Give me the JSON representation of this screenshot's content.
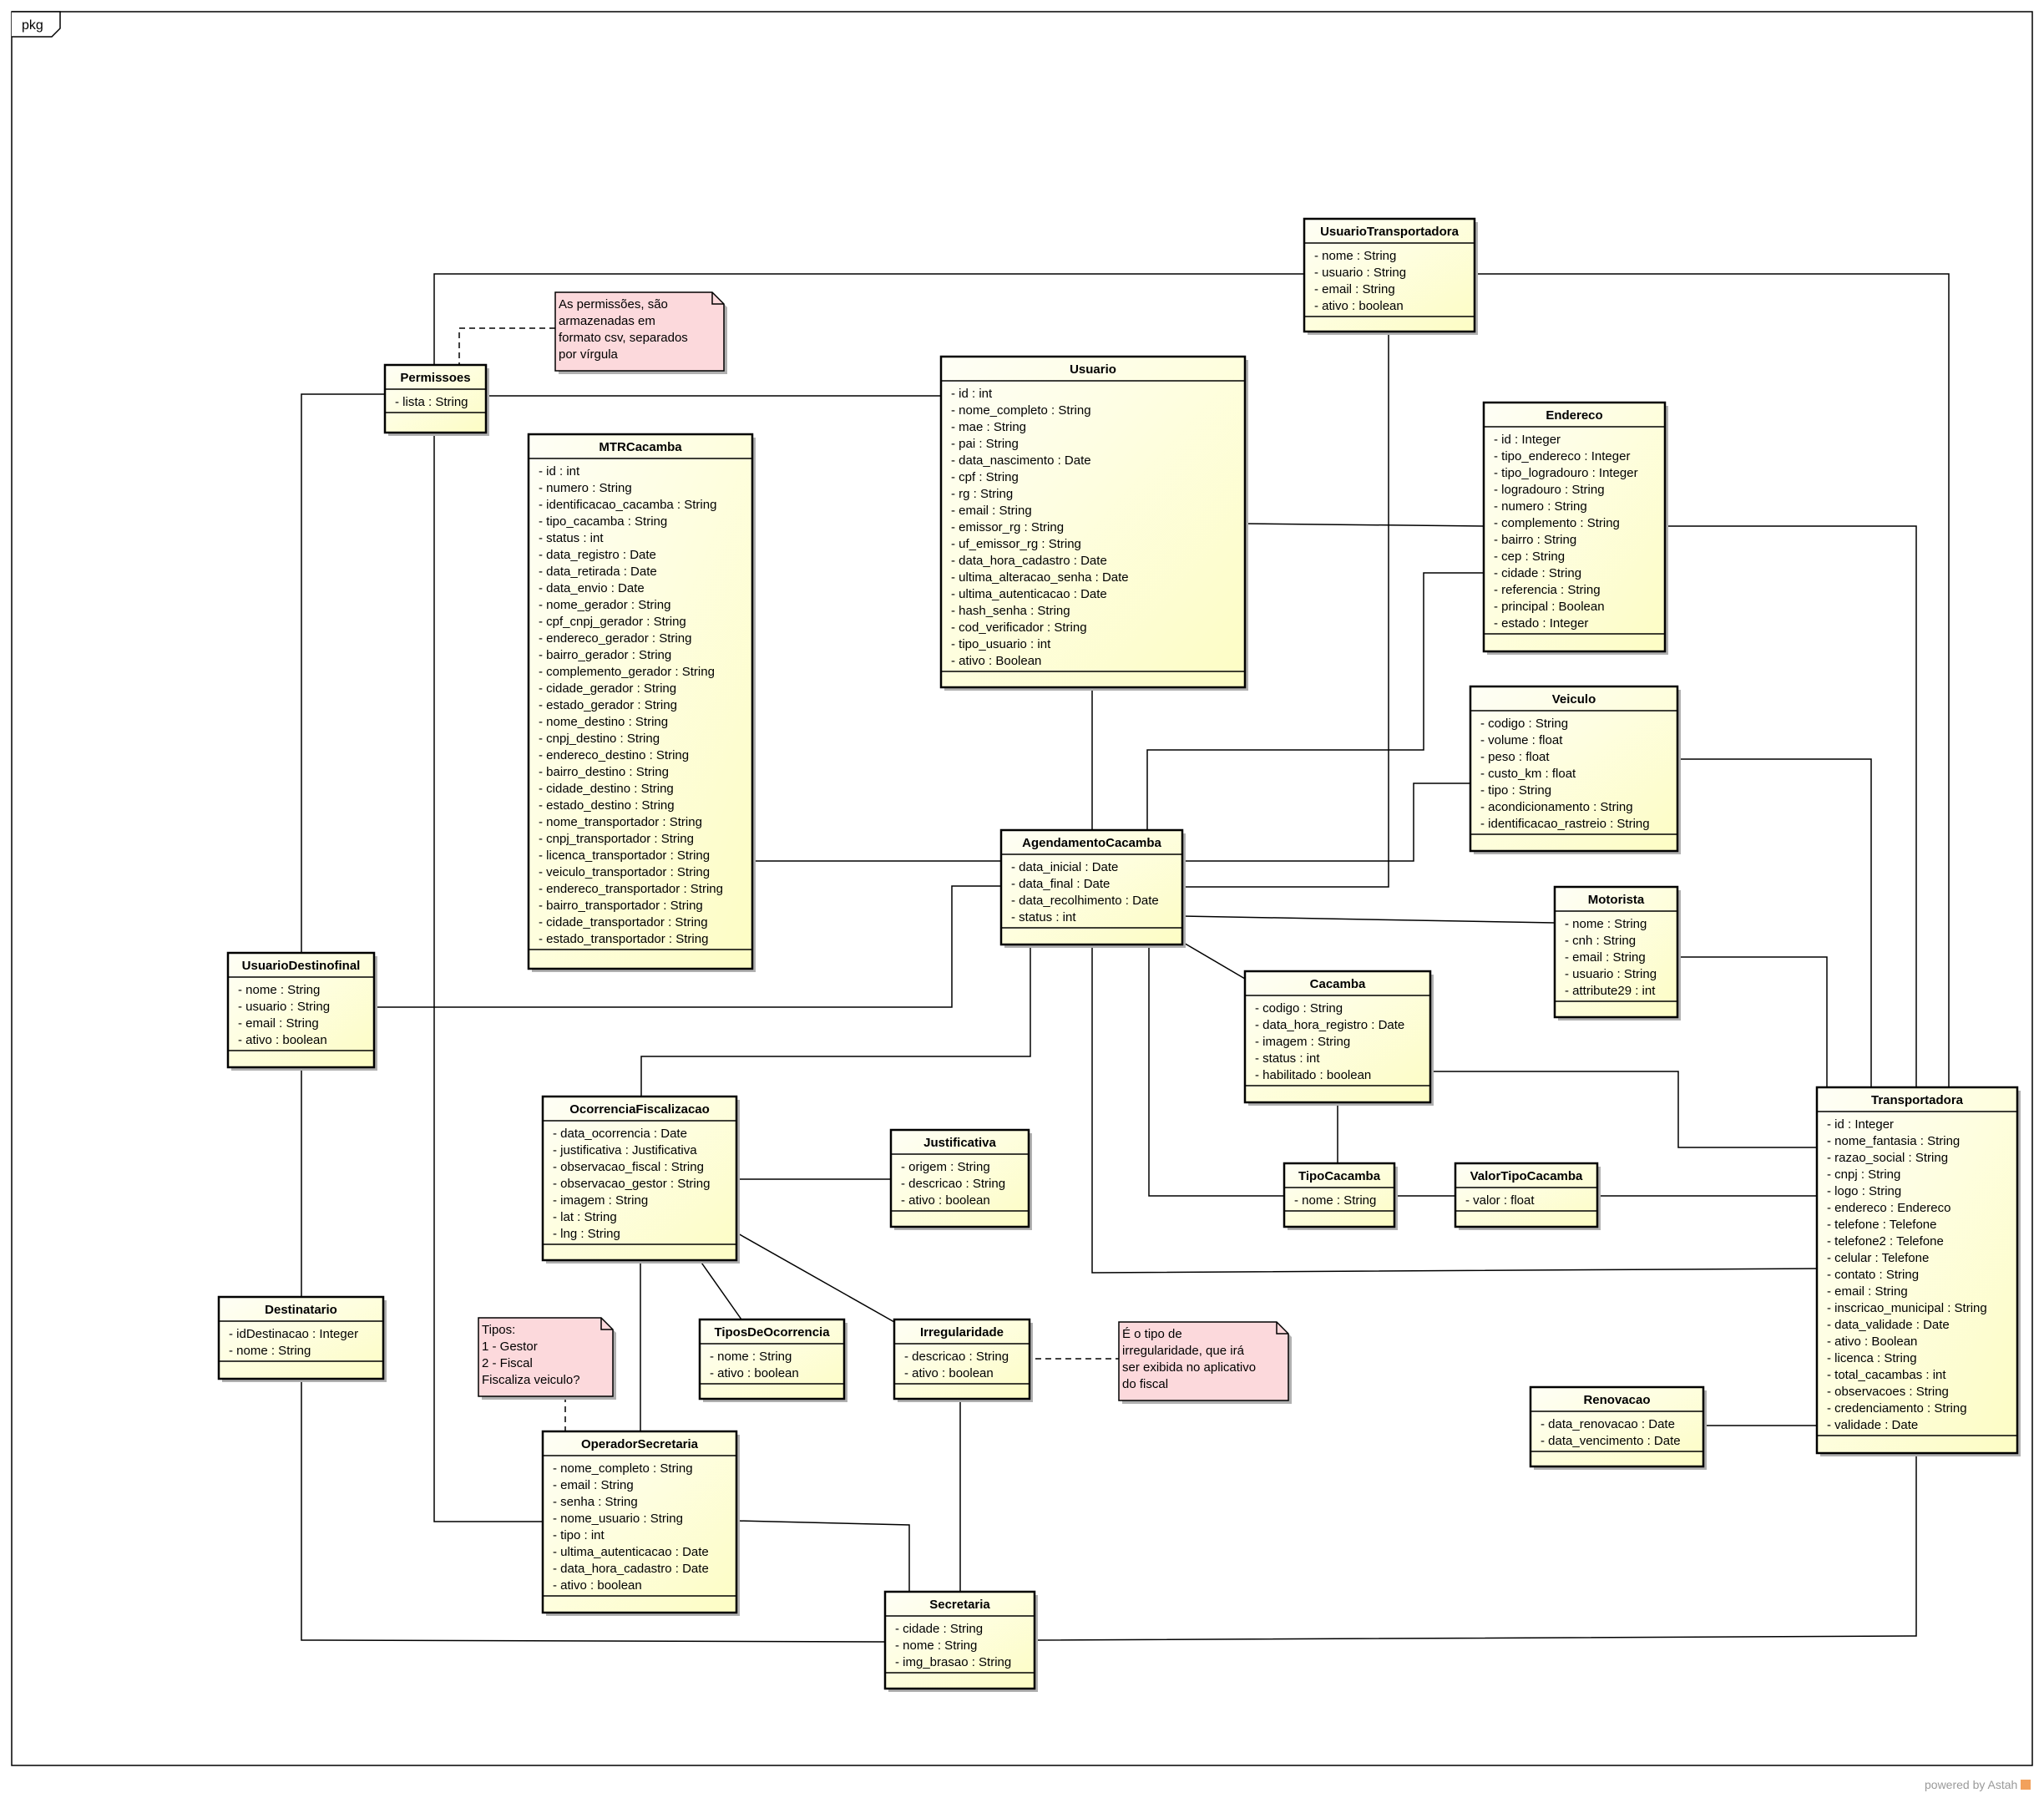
{
  "package_label": "pkg",
  "footer": "powered by Astah",
  "colors": {
    "class_fill_top": "#fefef4",
    "class_fill_bottom": "#fdfdc8",
    "note_fill": "#fcd9dc",
    "stroke": "#000000",
    "shadow": "#b0b0b0"
  },
  "classes": [
    {
      "id": "UsuarioTransportadora",
      "name": "UsuarioTransportadora",
      "attributes": [
        "- nome : String",
        "- usuario : String",
        "- email : String",
        "- ativo : boolean"
      ]
    },
    {
      "id": "Permissoes",
      "name": "Permissoes",
      "attributes": [
        "- lista : String"
      ]
    },
    {
      "id": "Usuario",
      "name": "Usuario",
      "attributes": [
        "- id : int",
        "- nome_completo : String",
        "- mae : String",
        "- pai : String",
        "- data_nascimento : Date",
        "- cpf : String",
        "- rg : String",
        "- email : String",
        "- emissor_rg : String",
        "- uf_emissor_rg : String",
        "- data_hora_cadastro : Date",
        "- ultima_alteracao_senha : Date",
        "- ultima_autenticacao : Date",
        "- hash_senha : String",
        "- cod_verificador : String",
        "- tipo_usuario : int",
        "- ativo : Boolean"
      ]
    },
    {
      "id": "Endereco",
      "name": "Endereco",
      "attributes": [
        "- id : Integer",
        "- tipo_endereco : Integer",
        "- tipo_logradouro : Integer",
        "- logradouro : String",
        "- numero : String",
        "- complemento : String",
        "- bairro : String",
        "- cep : String",
        "- cidade : String",
        "- referencia : String",
        "- principal : Boolean",
        "- estado : Integer"
      ]
    },
    {
      "id": "MTRCacamba",
      "name": "MTRCacamba",
      "attributes": [
        "- id : int",
        "- numero : String",
        "- identificacao_cacamba : String",
        "- tipo_cacamba : String",
        "- status : int",
        "- data_registro : Date",
        "- data_retirada : Date",
        "- data_envio : Date",
        "- nome_gerador : String",
        "- cpf_cnpj_gerador : String",
        "- endereco_gerador : String",
        "- bairro_gerador : String",
        "- complemento_gerador : String",
        "- cidade_gerador : String",
        "- estado_gerador : String",
        "- nome_destino : String",
        "- cnpj_destino : String",
        "- endereco_destino : String",
        "- bairro_destino : String",
        "- cidade_destino : String",
        "- estado_destino : String",
        "- nome_transportador : String",
        "- cnpj_transportador : String",
        "- licenca_transportador : String",
        "- veiculo_transportador : String",
        "- endereco_transportador : String",
        "- bairro_transportador : String",
        "- cidade_transportador : String",
        "- estado_transportador : String"
      ]
    },
    {
      "id": "Veiculo",
      "name": "Veiculo",
      "attributes": [
        "- codigo : String",
        "- volume : float",
        "- peso : float",
        "- custo_km : float",
        "- tipo : String",
        "- acondicionamento : String",
        "- identificacao_rastreio : String"
      ]
    },
    {
      "id": "AgendamentoCacamba",
      "name": "AgendamentoCacamba",
      "attributes": [
        "- data_inicial : Date",
        "- data_final : Date",
        "- data_recolhimento : Date",
        "- status : int"
      ]
    },
    {
      "id": "Motorista",
      "name": "Motorista",
      "attributes": [
        "- nome : String",
        "- cnh : String",
        "- email : String",
        "- usuario : String",
        "- attribute29 : int"
      ]
    },
    {
      "id": "UsuarioDestinofinal",
      "name": "UsuarioDestinofinal",
      "attributes": [
        "- nome : String",
        "- usuario : String",
        "- email : String",
        "- ativo : boolean"
      ]
    },
    {
      "id": "Cacamba",
      "name": "Cacamba",
      "attributes": [
        "- codigo : String",
        "- data_hora_registro : Date",
        "- imagem : String",
        "- status : int",
        "- habilitado : boolean"
      ]
    },
    {
      "id": "OcorrenciaFiscalizacao",
      "name": "OcorrenciaFiscalizacao",
      "attributes": [
        "- data_ocorrencia : Date",
        "- justificativa : Justificativa",
        "- observacao_fiscal : String",
        "- observacao_gestor : String",
        "- imagem : String",
        "- lat : String",
        "- lng : String"
      ]
    },
    {
      "id": "Justificativa",
      "name": "Justificativa",
      "attributes": [
        "- origem : String",
        "- descricao : String",
        "- ativo : boolean"
      ]
    },
    {
      "id": "TipoCacamba",
      "name": "TipoCacamba",
      "attributes": [
        "- nome : String"
      ]
    },
    {
      "id": "ValorTipoCacamba",
      "name": "ValorTipoCacamba",
      "attributes": [
        "- valor : float"
      ]
    },
    {
      "id": "Transportadora",
      "name": "Transportadora",
      "attributes": [
        "- id : Integer",
        "- nome_fantasia : String",
        "- razao_social : String",
        "- cnpj : String",
        "- logo : String",
        "- endereco : Endereco",
        "- telefone : Telefone",
        "- telefone2 : Telefone",
        "- celular : Telefone",
        "- contato : String",
        "- email : String",
        "- inscricao_municipal : String",
        "- data_validade : Date",
        "- ativo : Boolean",
        "- licenca : String",
        "- total_cacambas : int",
        "- observacoes : String",
        "- credenciamento : String",
        "- validade : Date"
      ]
    },
    {
      "id": "Destinatario",
      "name": "Destinatario",
      "attributes": [
        "- idDestinacao : Integer",
        "- nome : String"
      ]
    },
    {
      "id": "TiposDeOcorrencia",
      "name": "TiposDeOcorrencia",
      "attributes": [
        "- nome : String",
        "- ativo : boolean"
      ]
    },
    {
      "id": "Irregularidade",
      "name": "Irregularidade",
      "attributes": [
        "- descricao : String",
        "- ativo : boolean"
      ]
    },
    {
      "id": "Renovacao",
      "name": "Renovacao",
      "attributes": [
        "- data_renovacao : Date",
        "- data_vencimento : Date"
      ]
    },
    {
      "id": "OperadorSecretaria",
      "name": "OperadorSecretaria",
      "attributes": [
        "- nome_completo : String",
        "- email : String",
        "- senha : String",
        "- nome_usuario : String",
        "- tipo : int",
        "- ultima_autenticacao : Date",
        "- data_hora_cadastro : Date",
        "- ativo : boolean"
      ]
    },
    {
      "id": "Secretaria",
      "name": "Secretaria",
      "attributes": [
        "- cidade : String",
        "- nome : String",
        "- img_brasao : String"
      ]
    }
  ],
  "notes": [
    {
      "id": "note-permissoes",
      "lines": [
        "As permissões, são",
        "armazenadas em",
        "formato csv, separados",
        "por vírgula"
      ]
    },
    {
      "id": "note-tipos",
      "lines": [
        "Tipos:",
        "1 - Gestor",
        "2 - Fiscal",
        "Fiscaliza veiculo?"
      ]
    },
    {
      "id": "note-irregularidade",
      "lines": [
        "É o tipo de",
        "irregularidade, que irá",
        "ser exibida no aplicativo",
        "do fiscal"
      ]
    }
  ]
}
